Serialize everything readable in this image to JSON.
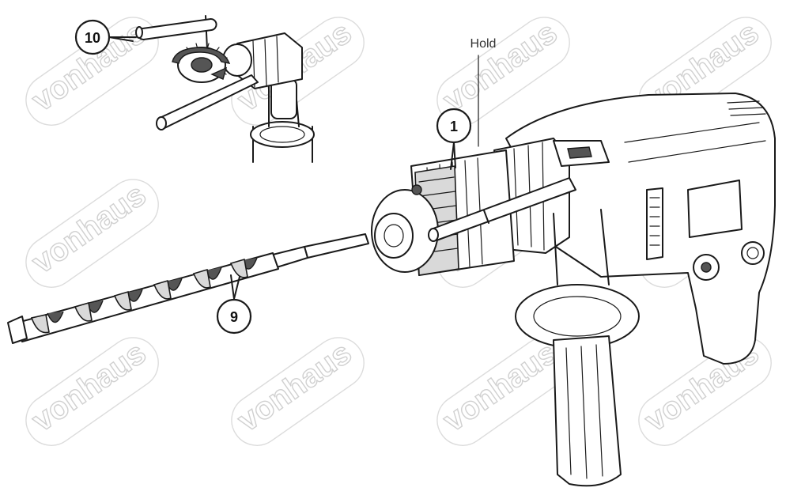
{
  "labels": {
    "hold": "Hold",
    "callout_chuck": "1",
    "callout_bit": "9",
    "callout_key": "10"
  },
  "watermark": "vonhaus",
  "colors": {
    "line": "#1a1a1a",
    "shade": "#d9d9d9",
    "watermark": "#d0d0d0"
  }
}
